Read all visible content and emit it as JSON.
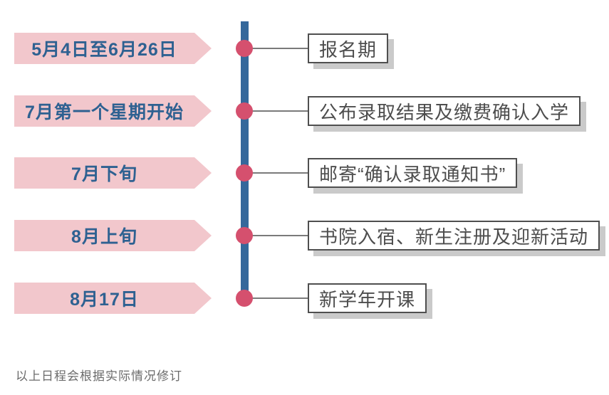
{
  "colors": {
    "arrow_fill": "#f2c7cc",
    "date_text": "#2e6191",
    "timeline_line": "#35689b",
    "dot": "#d5506e",
    "connector": "#7a7a7a",
    "box_border": "#4f4f4f",
    "box_text": "#4d4d4d",
    "box_shadow": "#cacaca",
    "footer_text": "#6b6b6b"
  },
  "timeline": {
    "items": [
      {
        "date": "5月4日至6月26日",
        "event": "报名期"
      },
      {
        "date": "7月第一个星期开始",
        "event": "公布录取结果及缴费确认入学"
      },
      {
        "date": "7月下旬",
        "event": "邮寄“确认录取通知书”"
      },
      {
        "date": "8月上旬",
        "event": "书院入宿、新生注册及迎新活动"
      },
      {
        "date": "8月17日",
        "event": "新学年开课"
      }
    ]
  },
  "footer": {
    "note": "以上日程会根据实际情况修订"
  }
}
